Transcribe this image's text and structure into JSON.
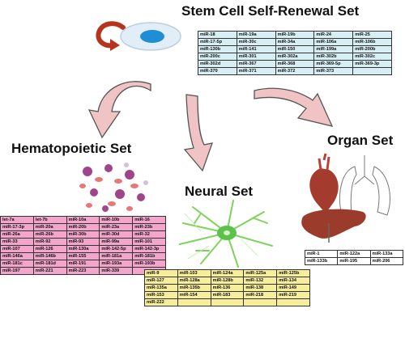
{
  "titles": {
    "stem": "Stem Cell Self-Renewal Set",
    "hematopoietic": "Hematopoietic Set",
    "neural": "Neural Set",
    "organ": "Organ Set"
  },
  "colors": {
    "stem_table": "#d8eef5",
    "hematopoietic_table": "#f2a6cc",
    "neural_table": "#f7ee9d",
    "organ_table": "#ffffff",
    "arrow_fill": "#f0c4c4",
    "cycle_arrow": "#b5341b",
    "stem_cell": "#1e8fd6"
  },
  "icons": [
    "renewal-arrow-icon",
    "stem-cell-icon",
    "blood-cells-icon",
    "neuron-icon",
    "organs-icon",
    "down-arrow-icon"
  ],
  "stem_table": [
    [
      "miR-18",
      "miR-19a",
      "miR-19b",
      "miR-24",
      "miR-25"
    ],
    [
      "miR-17-5p",
      "miR-30c",
      "miR-34a",
      "miR-106a",
      "miR-106b"
    ],
    [
      "miR-130b",
      "miR-141",
      "miR-150",
      "miR-199a",
      "miR-200b"
    ],
    [
      "miR-200c",
      "miR-301",
      "miR-302a",
      "miR-302b",
      "miR-302c"
    ],
    [
      "miR-302d",
      "miR-367",
      "miR-368",
      "miR-369-5p",
      "miR-369-3p"
    ],
    [
      "miR-370",
      "miR-371",
      "miR-372",
      "miR-373",
      ""
    ]
  ],
  "hematopoietic_table": [
    [
      "let-7a",
      "let-7b",
      "miR-10a",
      "miR-10b",
      "miR-16"
    ],
    [
      "miR-17-3p",
      "miR-20a",
      "miR-20b",
      "miR-23a",
      "miR-23b"
    ],
    [
      "miR-26a",
      "miR-26b",
      "miR-30b",
      "miR-30d",
      "miR-32"
    ],
    [
      "miR-33",
      "miR-92",
      "miR-93",
      "miR-99a",
      "miR-101"
    ],
    [
      "miR-107",
      "miR-126",
      "miR-130a",
      "miR-142-5p",
      "miR-142-3p"
    ],
    [
      "miR-146a",
      "miR-146b",
      "miR-155",
      "miR-181a",
      "miR-181b"
    ],
    [
      "miR-181c",
      "miR-181d",
      "miR-191",
      "miR-193a",
      "miR-193b"
    ],
    [
      "miR-197",
      "miR-221",
      "miR-223",
      "miR-339",
      ""
    ]
  ],
  "neural_table": [
    [
      "miR-9",
      "miR-103",
      "miR-124a",
      "miR-125a",
      "miR-125b"
    ],
    [
      "miR-127",
      "miR-128a",
      "miR-128b",
      "miR-132",
      "miR-134"
    ],
    [
      "miR-135a",
      "miR-135b",
      "miR-136",
      "miR-138",
      "miR-149"
    ],
    [
      "miR-153",
      "miR-154",
      "miR-183",
      "miR-218",
      "miR-219"
    ],
    [
      "miR-222",
      "",
      "",
      "",
      ""
    ]
  ],
  "organ_table": [
    [
      "miR-1",
      "miR-122a",
      "miR-133a"
    ],
    [
      "miR-133b",
      "miR-195",
      "miR-206"
    ]
  ]
}
